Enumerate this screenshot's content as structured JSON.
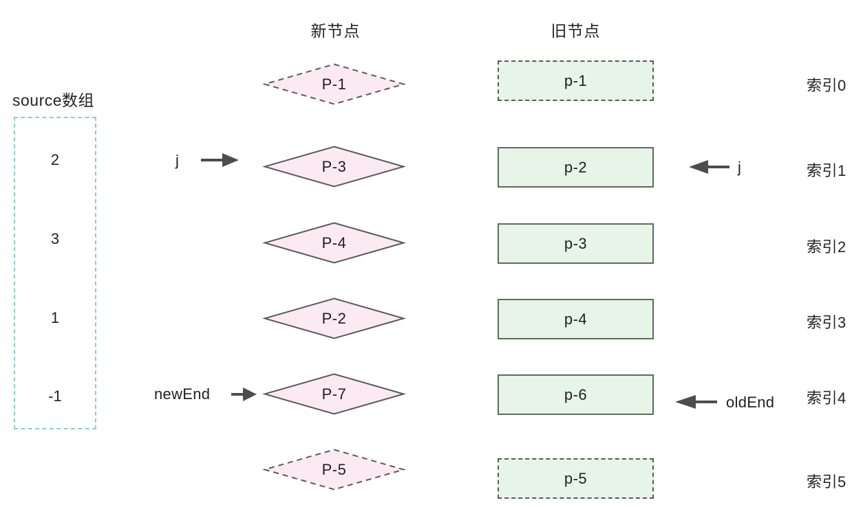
{
  "diagram": {
    "title_new_column": "新节点",
    "title_old_column": "旧节点",
    "source_array": {
      "title": "source数组",
      "values": [
        "2",
        "3",
        "1",
        "-1"
      ]
    },
    "new_nodes": [
      {
        "label": "P-1",
        "style": "dashed"
      },
      {
        "label": "P-3",
        "style": "solid"
      },
      {
        "label": "P-4",
        "style": "solid"
      },
      {
        "label": "P-2",
        "style": "solid"
      },
      {
        "label": "P-7",
        "style": "solid"
      },
      {
        "label": "P-5",
        "style": "dashed"
      }
    ],
    "old_nodes": [
      {
        "label": "p-1",
        "style": "dashed"
      },
      {
        "label": "p-2",
        "style": "solid"
      },
      {
        "label": "p-3",
        "style": "solid"
      },
      {
        "label": "p-4",
        "style": "solid"
      },
      {
        "label": "p-6",
        "style": "solid"
      },
      {
        "label": "p-5",
        "style": "dashed"
      }
    ],
    "index_labels": [
      "索引0",
      "索引1",
      "索引2",
      "索引3",
      "索引4",
      "索引5"
    ],
    "pointers": {
      "new_j": "j",
      "new_end": "newEnd",
      "old_j": "j",
      "old_end": "oldEnd"
    },
    "colors": {
      "new_node_fill": "#fbeaf2",
      "new_node_stroke": "#5a5a5a",
      "old_node_fill": "#e7f4e8",
      "old_node_stroke": "#5d6b5d",
      "source_box_stroke": "#89cfc8",
      "arrow": "#4d4d4d",
      "text": "#1f1f1f"
    }
  }
}
